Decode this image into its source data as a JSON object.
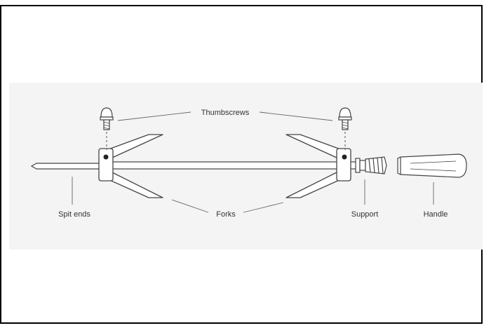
{
  "diagram": {
    "labels": {
      "thumbscrews": "Thumbscrews",
      "spit_ends": "Spit ends",
      "forks": "Forks",
      "support": "Support",
      "handle": "Handle"
    },
    "colors": {
      "border": "#000000",
      "panel": "#f4f4f4",
      "stroke": "#444444",
      "leader": "#666666",
      "text": "#333333"
    }
  }
}
